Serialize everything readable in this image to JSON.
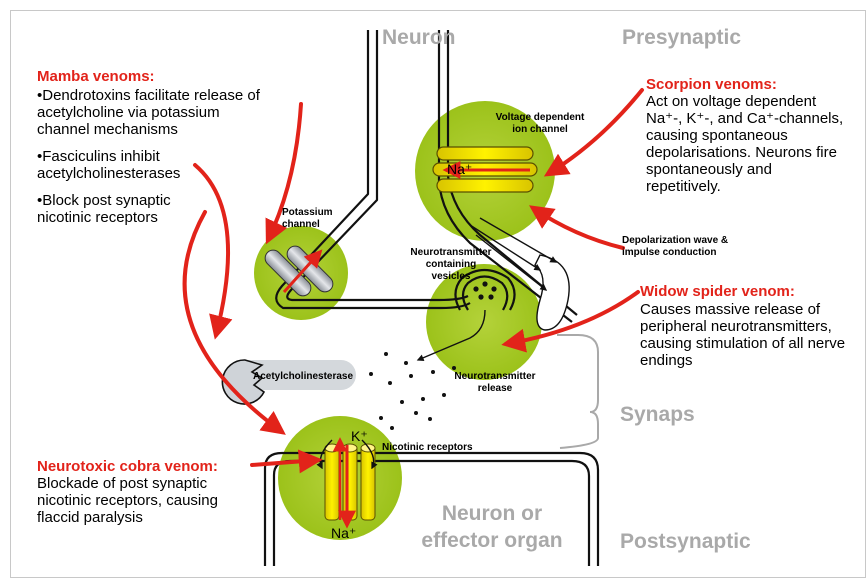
{
  "regions": {
    "neuron": "Neuron",
    "presynaptic": "Presynaptic",
    "synaps": "Synaps",
    "neuron_or_effector": [
      "Neuron or",
      "effector organ"
    ],
    "postsynaptic": "Postsynaptic"
  },
  "mamba": {
    "title": "Mamba venoms:",
    "lines": [
      "•Dendrotoxins facilitate release of",
      "acetylcholine via potassium",
      "channel mechanisms",
      "•Fasciculins inhibit",
      "acetylcholinesterases",
      "•Block post synaptic",
      "nicotinic receptors"
    ]
  },
  "scorpion": {
    "title": "Scorpion venoms:",
    "lines": [
      "Act on voltage dependent",
      "Na⁺-, K⁺-, and Ca⁺-channels,",
      "causing spontaneous",
      "depolarisations. Neurons  fire",
      "spontaneously and",
      "repetitively."
    ]
  },
  "widow": {
    "title": "Widow spider venom:",
    "lines": [
      "Causes massive release of",
      "peripheral neurotransmitters,",
      "causing stimulation of all nerve",
      "endings"
    ]
  },
  "cobra": {
    "title": "Neurotoxic cobra venom:",
    "lines": [
      "Blockade of post synaptic",
      "nicotinic receptors, causing",
      "flaccid paralysis"
    ]
  },
  "labels": {
    "voltage_channel": [
      "Voltage dependent",
      "ion channel"
    ],
    "potassium_channel": [
      "Potassium",
      "channel"
    ],
    "depolarization": [
      "Depolarization wave &",
      "impulse conduction"
    ],
    "vesicles": [
      "Neurotransmitter",
      "containing",
      "vesicles"
    ],
    "nt_release": [
      "Neurotransmitter",
      "release"
    ],
    "acetylcholinesterase": "Acetylcholinesterase",
    "nicotinic": "Nicotinic receptors",
    "na_top": "Na⁺",
    "k_plus": "K⁺",
    "na_bottom": "Na⁺"
  },
  "colors": {
    "venom_red": "#e2231a",
    "channel_green": "#a5c81f",
    "channel_yellow": "#f2e100",
    "region_grey": "#a9a9a9"
  }
}
